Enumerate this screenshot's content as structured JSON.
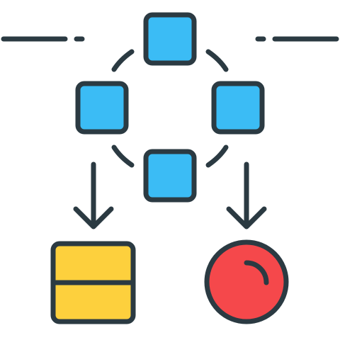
{
  "icon": {
    "name": "workflow-process-icon",
    "colors": {
      "stroke": "#2b3a42",
      "node_fill": "#3bbcf5",
      "box_fill": "#fdd03d",
      "ball_fill": "#f5484b",
      "background": "#ffffff"
    },
    "parts": [
      "connector-line-left",
      "connector-line-right",
      "node-top",
      "node-left",
      "node-right",
      "node-bottom",
      "dashed-cycle-arcs",
      "arrow-down-left",
      "arrow-down-right",
      "yellow-box",
      "red-ball"
    ]
  }
}
